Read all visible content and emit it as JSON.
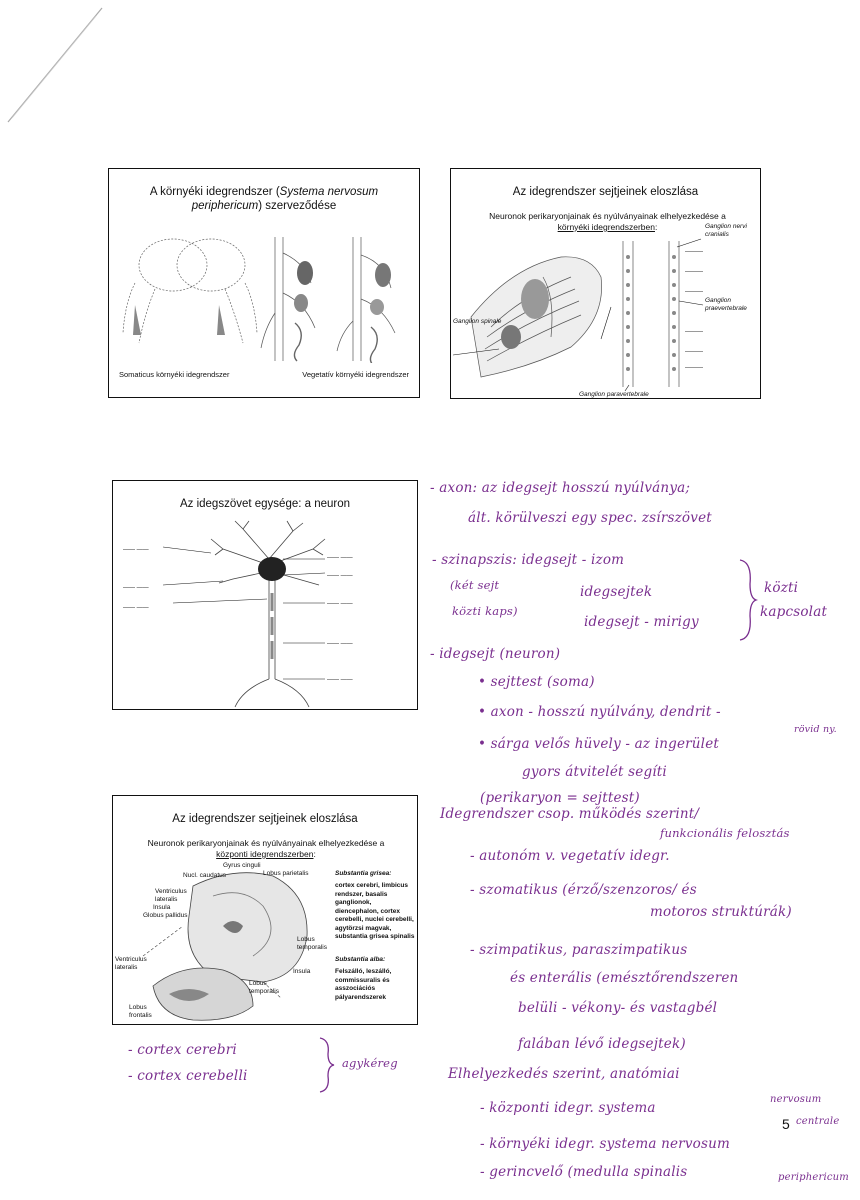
{
  "page_number": "5",
  "slides": {
    "s1": {
      "title_a": "A környéki idegrendszer (",
      "title_latin": "Systema nervosum periphericum",
      "title_b": ") szerveződése",
      "caption_left": "Somaticus környéki idegrendszer",
      "caption_right": "Vegetatív környéki idegrendszer"
    },
    "s2": {
      "title": "Az idegrendszer sejtjeinek eloszlása",
      "sub_a": "Neuronok perikaryonjainak és nyúlványainak elhelyezkedése a",
      "sub_b": "környéki idegrendszerben",
      "label_cranialis": "Ganglion nervi cranialis",
      "label_praevertebrale": "Ganglion praevertebrale",
      "label_spinale": "Ganglion spinale",
      "label_paravertebrale": "Ganglion paravertebrale"
    },
    "s3": {
      "title": "Az idegszövet egysége: a neuron"
    },
    "s4": {
      "title": "Az idegrendszer sejtjeinek eloszlása",
      "sub_a": "Neuronok perikaryonjainak és nyúlványainak elhelyezkedése a",
      "sub_b": "központi idegrendszerben",
      "labels": {
        "nucl_caudatus": "Nucl. caudatus",
        "gyrus_cinguli": "Gyrus cinguli",
        "lobus_parietalis": "Lobus parietalis",
        "ventriculus_lateralis": "Ventriculus lateralis",
        "insula": "Insula",
        "globus_pallidus": "Globus pallidus",
        "lobus_temporalis": "Lobus temporalis",
        "ventriculus_lateralis_2": "Ventriculus lateralis",
        "insula_2": "Insula",
        "lobus_temporalis_2": "Lobus temporalis",
        "lobus_frontalis": "Lobus frontalis"
      },
      "grisea_title": "Substantia grisea:",
      "grisea_text": "cortex cerebri, limbicus rendszer, basalis ganglionok, diencephalon, cortex cerebelli, nuclei cerebelli, agytörzsi magvak, substantia grisea spinalis",
      "alba_title": "Substantia alba:",
      "alba_text": "Felszálló, leszálló, commissuralis és asszociációs pályarendszerek"
    }
  },
  "notes": {
    "n1": "- axon: az idegsejt hosszú nyúlványa;",
    "n2": "ált. körülveszi egy spec. zsírszövet",
    "n3": "- szinapszis: idegsejt - izom",
    "n4": "(két sejt",
    "n5": "idegsejtek",
    "n6": "közti kaps)",
    "n7": "idegsejt - mirigy",
    "n8": "közti",
    "n9": "kapcsolat",
    "n10": "- idegsejt (neuron)",
    "n11": "• sejttest (soma)",
    "n12": "• axon - hosszú nyúlvány, dendrit -",
    "n13": "rövid ny.",
    "n14": "• sárga velős hüvely - az ingerület",
    "n15": "gyors átvitelét segíti",
    "n16": "(perikaryon = sejttest)",
    "n17": "Idegrendszer csop. működés szerint/",
    "n18": "funkcionális felosztás",
    "n19": "- autonóm v. vegetatív idegr.",
    "n20": "- szomatikus (érző/szenzoros/ és",
    "n21": "motoros struktúrák)",
    "n22": "- szimpatikus, paraszimpatikus",
    "n23": "és enterális (emésztőrendszeren",
    "n24": "belüli - vékony- és vastagbél",
    "n25": "falában lévő idegsejtek)",
    "n26": "Elhelyezkedés szerint, anatómiai",
    "n27": "- központi idegr. systema",
    "n28": "nervosum",
    "n29": "centrale",
    "n30": "- környéki idegr. systema nervosum",
    "n31": "- gerincvelő (medulla spinalis",
    "n32": "periphericum",
    "n33": "- cortex cerebri",
    "n34": "- cortex cerebelli",
    "n35": "agykéreg"
  }
}
